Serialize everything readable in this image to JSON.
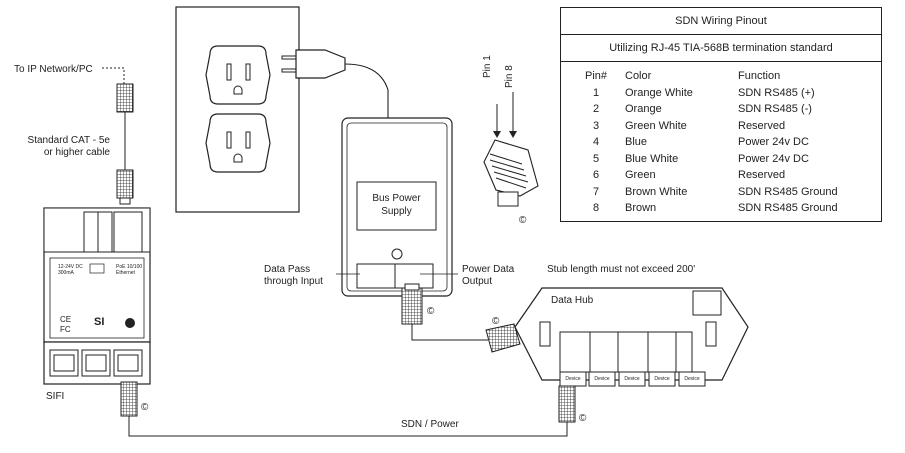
{
  "labels": {
    "ip_network": "To IP Network/PC",
    "cat_cable_line1": "Standard CAT - 5e",
    "cat_cable_line2": "or higher cable",
    "sifi": "SIFI",
    "bus_power_line1": "Bus Power",
    "bus_power_line2": "Supply",
    "data_pass_line1": "Data Pass",
    "data_pass_line2": "through Input",
    "power_data_line1": "Power Data",
    "power_data_line2": "Output",
    "pin1": "Pin 1",
    "pin8": "Pin 8",
    "stub_length": "Stub length must not exceed 200'",
    "data_hub": "Data Hub",
    "sdn_power": "SDN / Power",
    "device": "Device",
    "copyright": "©",
    "sifi_spec_line1": "12-24V DC",
    "sifi_spec_line2": "300mA",
    "sifi_spec_line3": "PoE 10/100",
    "sifi_spec_line4": "Ethernet",
    "sifi_logo": "SI",
    "sifi_ce": "CE",
    "sifi_fc": "FC"
  },
  "devices": [
    "Device",
    "Device",
    "Device",
    "Device",
    "Device"
  ],
  "pinout": {
    "title": "SDN Wiring Pinout",
    "subtitle": "Utilizing RJ-45 TIA-568B termination standard",
    "headers": [
      "Pin#",
      "Color",
      "Function"
    ],
    "rows": [
      [
        "1",
        "Orange White",
        "SDN RS485 (+)"
      ],
      [
        "2",
        "Orange",
        "SDN RS485 (-)"
      ],
      [
        "3",
        "Green White",
        "Reserved"
      ],
      [
        "4",
        "Blue",
        "Power 24v DC"
      ],
      [
        "5",
        "Blue White",
        "Power 24v DC"
      ],
      [
        "6",
        "Green",
        "Reserved"
      ],
      [
        "7",
        "Brown White",
        "SDN RS485 Ground"
      ],
      [
        "8",
        "Brown",
        "SDN RS485 Ground"
      ]
    ]
  }
}
